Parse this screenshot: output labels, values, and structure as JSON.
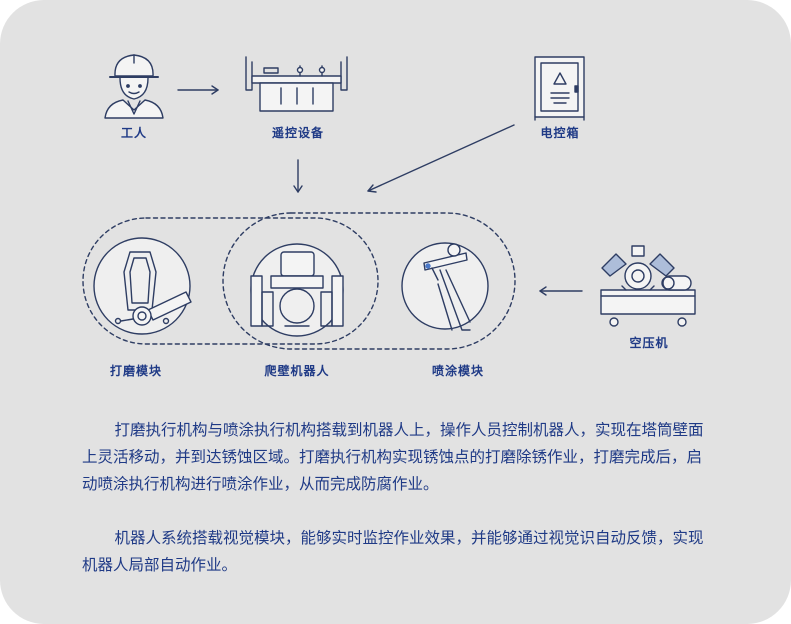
{
  "nodes": {
    "worker": "工人",
    "remote": "遥控设备",
    "cabinet": "电控箱",
    "grinding": "打磨模块",
    "robot": "爬壁机器人",
    "spraying": "喷涂模块",
    "compressor": "空压机"
  },
  "description": {
    "p1": "打磨执行机构与喷涂执行机构搭载到机器人上，操作人员控制机器人，实现在塔筒壁面上灵活移动，并到达锈蚀区域。打磨执行机构实现锈蚀点的打磨除锈作业，打磨完成后，启动喷涂执行机构进行喷涂作业，从而完成防腐作业。",
    "p2": "机器人系统搭载视觉模块，能够实时监控作业效果，并能够通过视觉识自动反馈，实现机器人局部自动作业。"
  },
  "colors": {
    "background": "#e2e2e2",
    "text": "#1f3a86",
    "line": "#2e3d63",
    "accent": "#4a78c8"
  }
}
